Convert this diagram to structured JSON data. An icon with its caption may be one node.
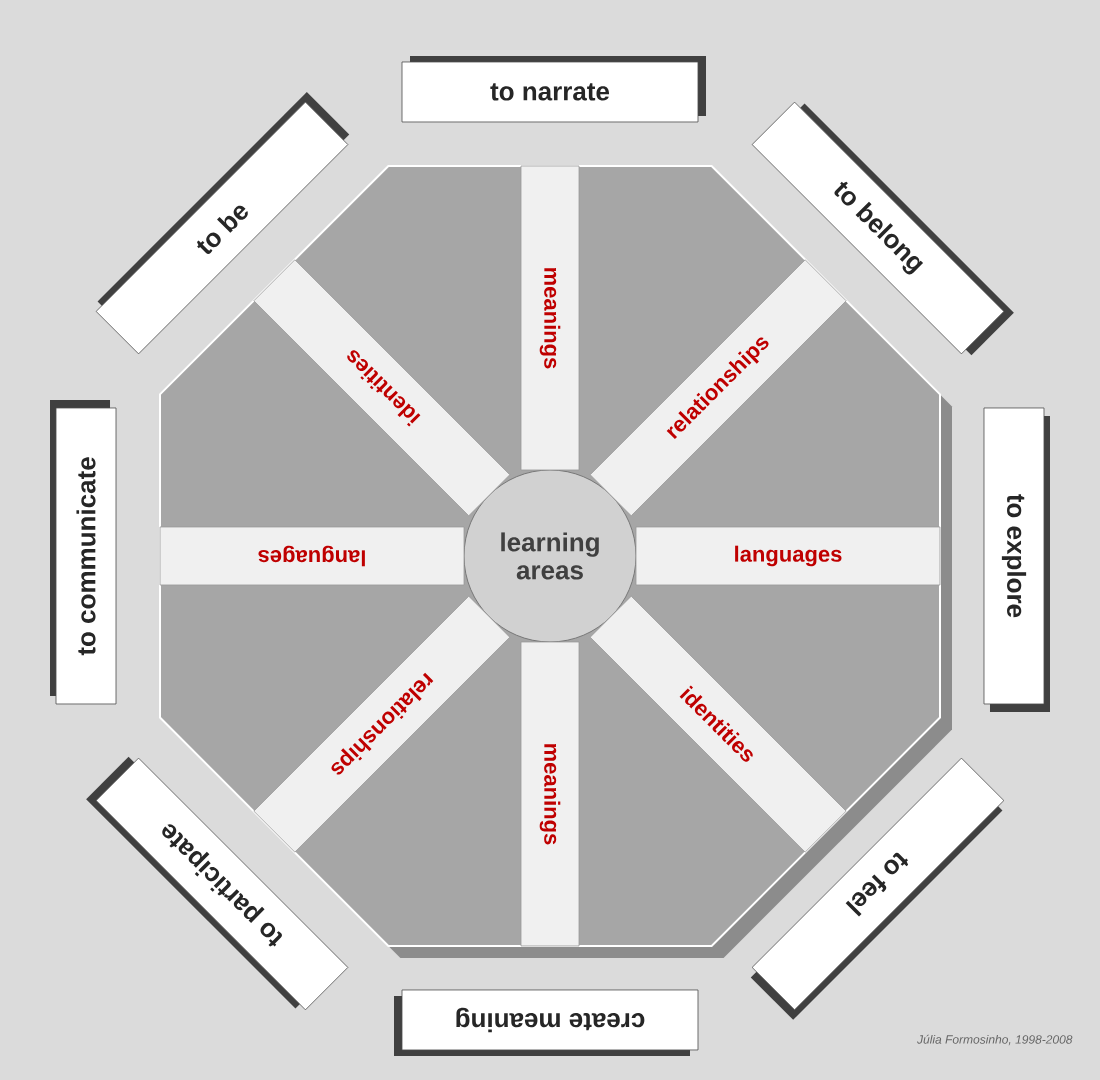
{
  "diagram": {
    "nodes": [
      {
        "text": [
          "learning areas"
        ]
      },
      {
        "text": [
          "meanings"
        ]
      },
      {
        "text": [
          "relationships"
        ]
      },
      {
        "text": [
          "languages"
        ]
      },
      {
        "text": [
          "identities"
        ]
      },
      {
        "text": [
          "meanings"
        ]
      },
      {
        "text": [
          "relationships"
        ]
      },
      {
        "text": [
          "languages"
        ]
      },
      {
        "text": [
          "identities"
        ]
      },
      {
        "text": [
          "to narrate"
        ]
      },
      {
        "text": [
          "to belong"
        ]
      },
      {
        "text": [
          "to explore"
        ]
      },
      {
        "text": [
          "to feel"
        ]
      },
      {
        "text": [
          "create meaning"
        ]
      },
      {
        "text": [
          "to participate"
        ]
      },
      {
        "text": [
          "to communicate"
        ]
      },
      {
        "text": [
          "to be"
        ]
      }
    ],
    "labels": [
      "Júlia Formosinho, 1998-2008"
    ]
  }
}
